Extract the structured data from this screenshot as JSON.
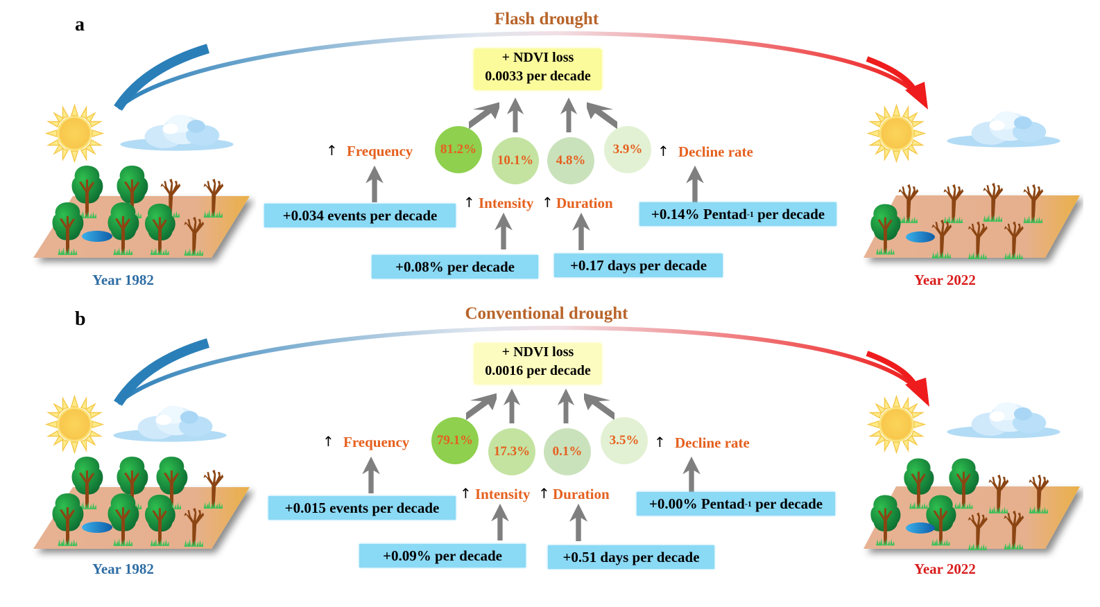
{
  "colors": {
    "title": "#b8642a",
    "factor_label": "#e5601e",
    "trend_box": "#8ad9f5",
    "ndvi_box": "#fbfb9c",
    "year_start": "#2e6da4",
    "year_end": "#d91c1c",
    "arc_start": "#2a7fb8",
    "arc_end": "#ee1c1c"
  },
  "icons": {
    "sun": "sun-icon",
    "cloud": "cloud-icon",
    "tree_green": "green-tree-icon",
    "tree_dead": "dead-tree-icon",
    "pond": "pond-icon",
    "up_arrow": "↑"
  },
  "panels": [
    {
      "letter": "a",
      "title": "Flash drought",
      "ndvi": {
        "line1": "+ NDVI loss",
        "line2": "0.0033 per decade"
      },
      "contributions": [
        {
          "factor": "Frequency",
          "percent": "81.2%",
          "value": 81.2
        },
        {
          "factor": "Intensity",
          "percent": "10.1%",
          "value": 10.1
        },
        {
          "factor": "Duration",
          "percent": "4.8%",
          "value": 4.8
        },
        {
          "factor": "Decline rate",
          "percent": "3.9%",
          "value": 3.9
        }
      ],
      "factors": {
        "frequency": {
          "label": "Frequency",
          "trend": "+0.034 events per decade"
        },
        "intensity": {
          "label": "Intensity",
          "trend": "+0.08% per decade"
        },
        "duration": {
          "label": "Duration",
          "trend": "+0.17 days per decade"
        },
        "decline": {
          "label": "Decline rate",
          "trend_pre": "+0.14% Pentad",
          "trend_sup": "-1",
          "trend_post": " per decade"
        }
      },
      "start_year": "Year 1982",
      "end_year": "Year 2022",
      "start_scene": {
        "green_trees": 5,
        "dead_trees": 3
      },
      "end_scene": {
        "green_trees": 1,
        "dead_trees": 7
      }
    },
    {
      "letter": "b",
      "title": "Conventional drought",
      "ndvi": {
        "line1": "+ NDVI loss",
        "line2": "0.0016 per decade"
      },
      "contributions": [
        {
          "factor": "Frequency",
          "percent": "79.1%",
          "value": 79.1
        },
        {
          "factor": "Intensity",
          "percent": "17.3%",
          "value": 17.3
        },
        {
          "factor": "Duration",
          "percent": "0.1%",
          "value": 0.1
        },
        {
          "factor": "Decline rate",
          "percent": "3.5%",
          "value": 3.5
        }
      ],
      "factors": {
        "frequency": {
          "label": "Frequency",
          "trend": "+0.015 events per decade"
        },
        "intensity": {
          "label": "Intensity",
          "trend": "+0.09% per decade"
        },
        "duration": {
          "label": "Duration",
          "trend": "+0.51 days per decade"
        },
        "decline": {
          "label": "Decline rate",
          "trend_pre": "+0.00% Pentad",
          "trend_sup": "-1",
          "trend_post": " per decade"
        }
      },
      "start_year": "Year 1982",
      "end_year": "Year 2022",
      "start_scene": {
        "green_trees": 6,
        "dead_trees": 2
      },
      "end_scene": {
        "green_trees": 4,
        "dead_trees": 4
      }
    }
  ]
}
